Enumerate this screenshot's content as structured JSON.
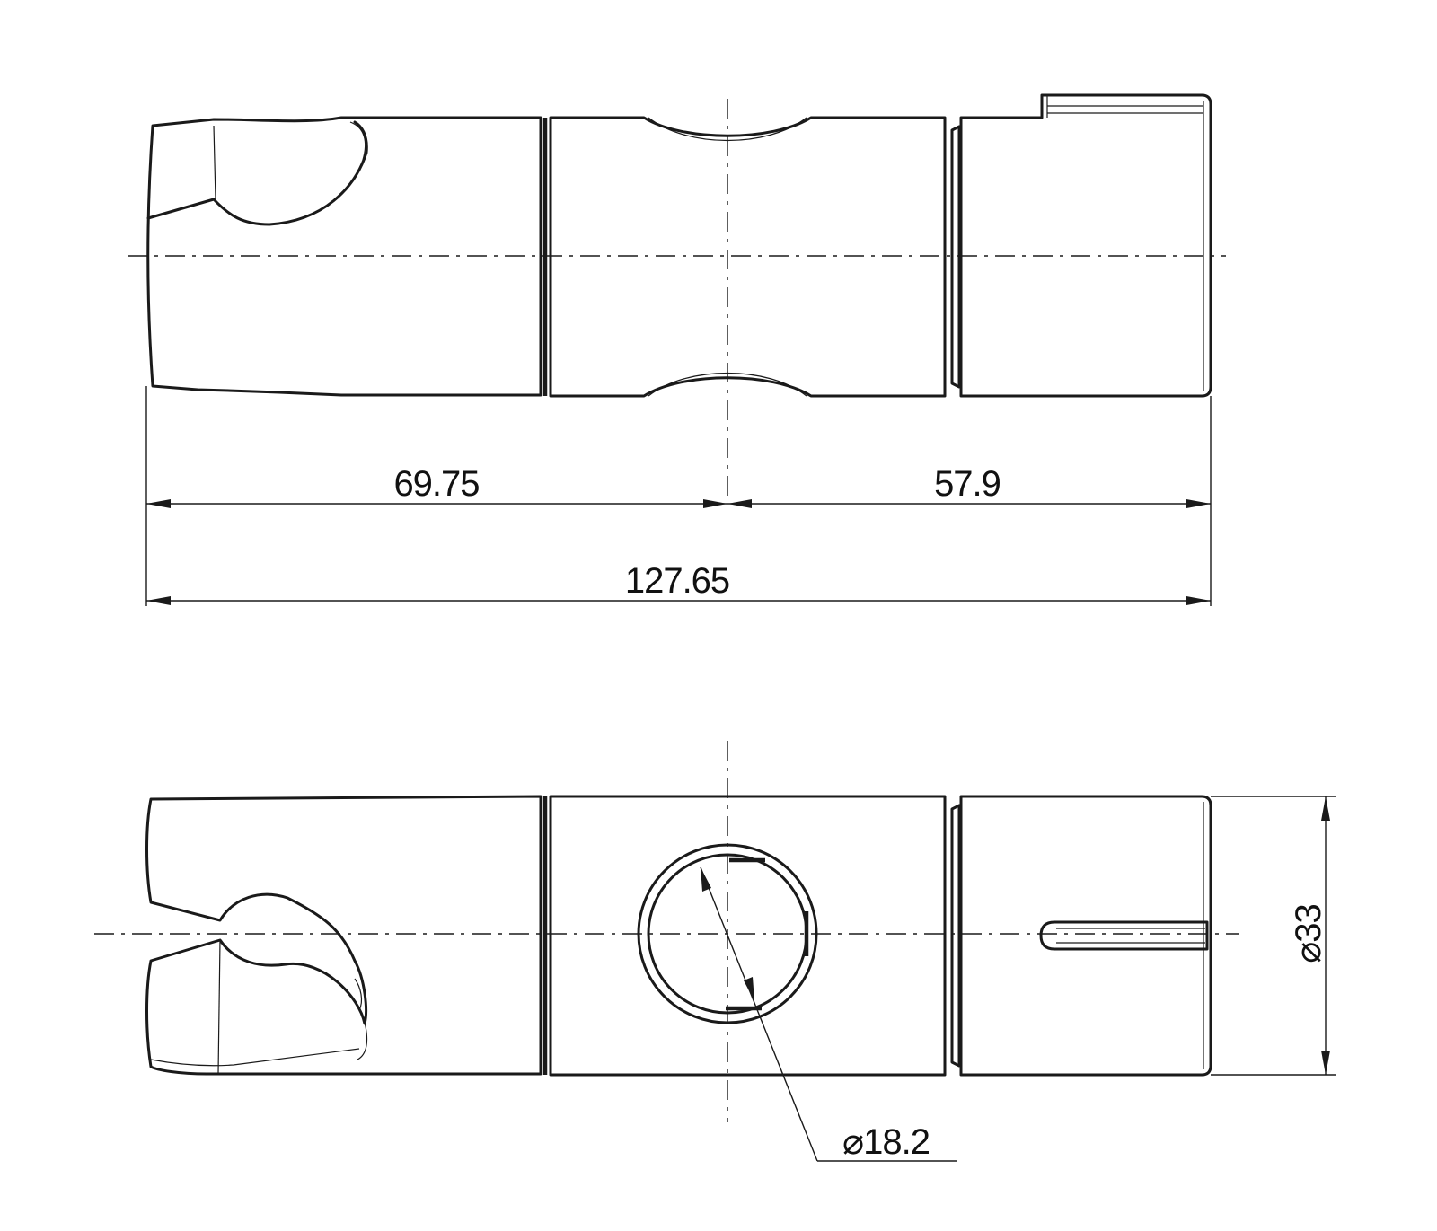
{
  "dimensions": {
    "left_segment": "69.75",
    "right_segment": "57.9",
    "overall_length": "127.65",
    "outer_diameter": "33",
    "bore_diameter": "18.2"
  },
  "symbols": {
    "diameter": "⌀"
  }
}
